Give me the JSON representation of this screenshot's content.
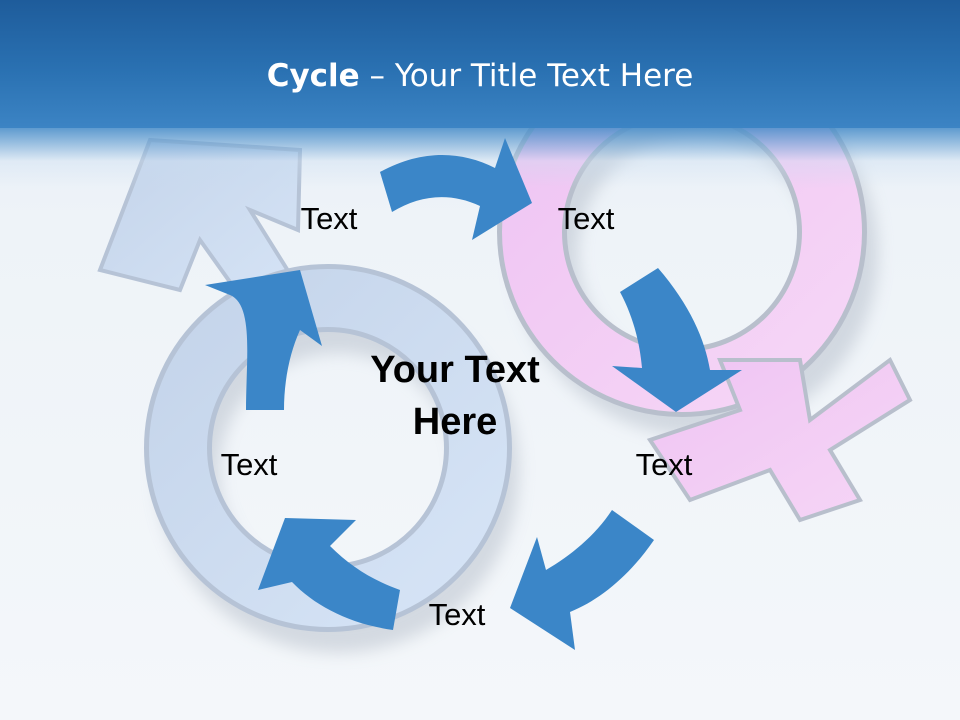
{
  "title": {
    "bold": "Cycle",
    "rest": " – Your Title Text Here"
  },
  "center": {
    "line1": "Your Text",
    "line2": "Here"
  },
  "nodes": [
    {
      "label": "Text"
    },
    {
      "label": "Text"
    },
    {
      "label": "Text"
    },
    {
      "label": "Text"
    },
    {
      "label": "Text"
    }
  ],
  "colors": {
    "header": "#2a71b2",
    "arrow": "#3b86c8",
    "male_symbol": "#c8d9ef",
    "female_symbol": "#f0c8f2"
  },
  "background_art": [
    "male-symbol",
    "female-symbol"
  ]
}
